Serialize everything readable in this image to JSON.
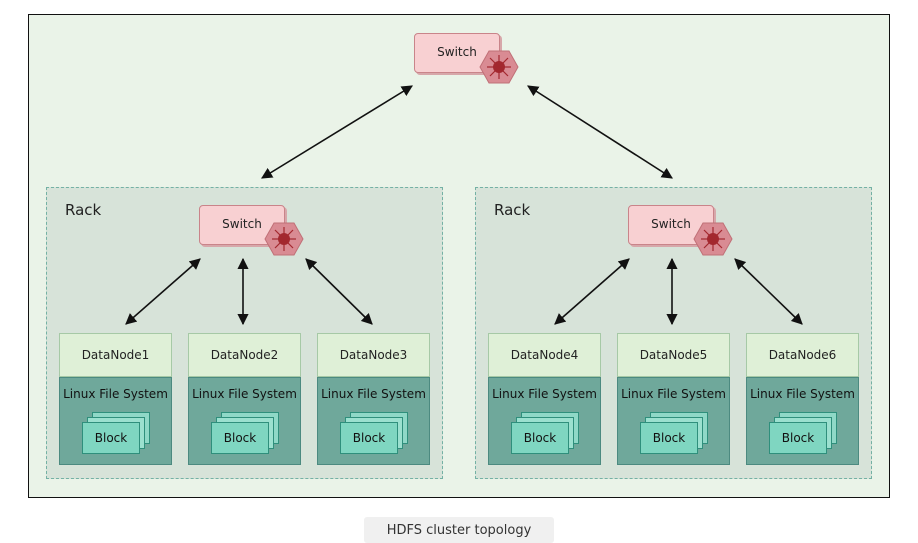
{
  "diagram": {
    "core_switch": "Switch",
    "racks": [
      {
        "label": "Rack",
        "switch": "Switch",
        "nodes": [
          {
            "name": "DataNode1",
            "fs": "Linux File System",
            "block": "Block"
          },
          {
            "name": "DataNode2",
            "fs": "Linux File System",
            "block": "Block"
          },
          {
            "name": "DataNode3",
            "fs": "Linux File System",
            "block": "Block"
          }
        ]
      },
      {
        "label": "Rack",
        "switch": "Switch",
        "nodes": [
          {
            "name": "DataNode4",
            "fs": "Linux File System",
            "block": "Block"
          },
          {
            "name": "DataNode5",
            "fs": "Linux File System",
            "block": "Block"
          },
          {
            "name": "DataNode6",
            "fs": "Linux File System",
            "block": "Block"
          }
        ]
      }
    ],
    "caption": "HDFS cluster topology"
  },
  "colors": {
    "switch_fill": "#f8d0d2",
    "hex_fill": "#d98b93",
    "rack_fill": "#d7e3d9",
    "node_head_fill": "#dff0d7",
    "fs_fill": "#6fa89b",
    "block_fill": "#7fd6c1"
  },
  "icons": {
    "switch_badge": "network-hub-icon"
  }
}
